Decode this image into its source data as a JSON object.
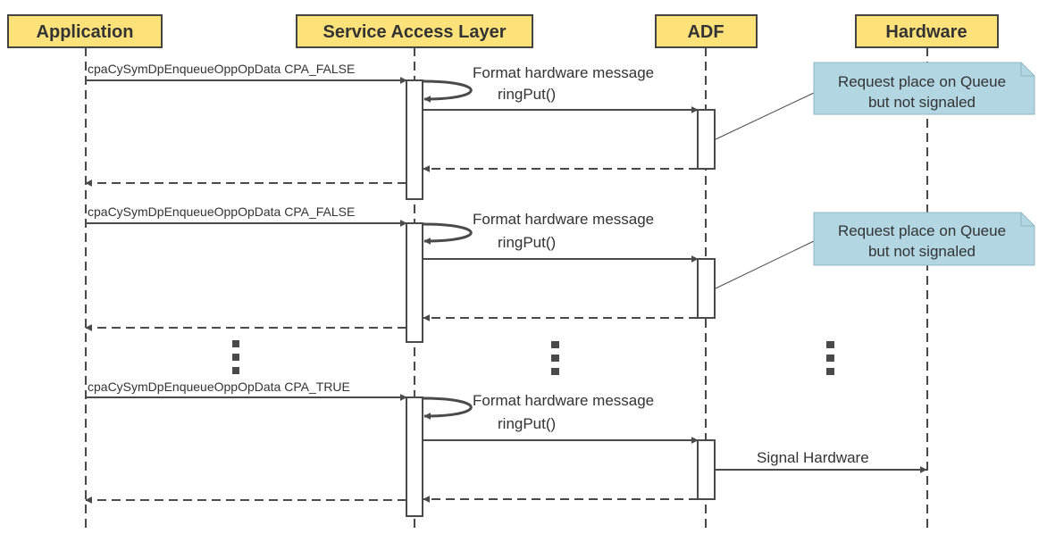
{
  "participants": [
    {
      "id": "app",
      "label": "Application"
    },
    {
      "id": "sal",
      "label": "Service Access Layer"
    },
    {
      "id": "adf",
      "label": "ADF"
    },
    {
      "id": "hw",
      "label": "Hardware"
    }
  ],
  "calls": [
    {
      "call_label": "cpaCySymDpEnqueueOppOpData CPA_FALSE",
      "self_label": "Format hardware message",
      "ring_label": "ringPut()",
      "note": {
        "line1": "Request place on Queue",
        "line2": "but not signaled"
      }
    },
    {
      "call_label": "cpaCySymDpEnqueueOppOpData CPA_FALSE",
      "self_label": "Format hardware message",
      "ring_label": "ringPut()",
      "note": {
        "line1": "Request place on Queue",
        "line2": "but not signaled"
      }
    },
    {
      "call_label": "cpaCySymDpEnqueueOppOpData CPA_TRUE",
      "self_label": "Format hardware message",
      "ring_label": "ringPut()",
      "signal_label": "Signal Hardware"
    }
  ],
  "colors": {
    "participant_fill": "#fde27a",
    "participant_stroke": "#444444",
    "note_fill": "#b2d6e2",
    "note_stroke": "#8fb7c6",
    "line": "#4a4a4a"
  }
}
